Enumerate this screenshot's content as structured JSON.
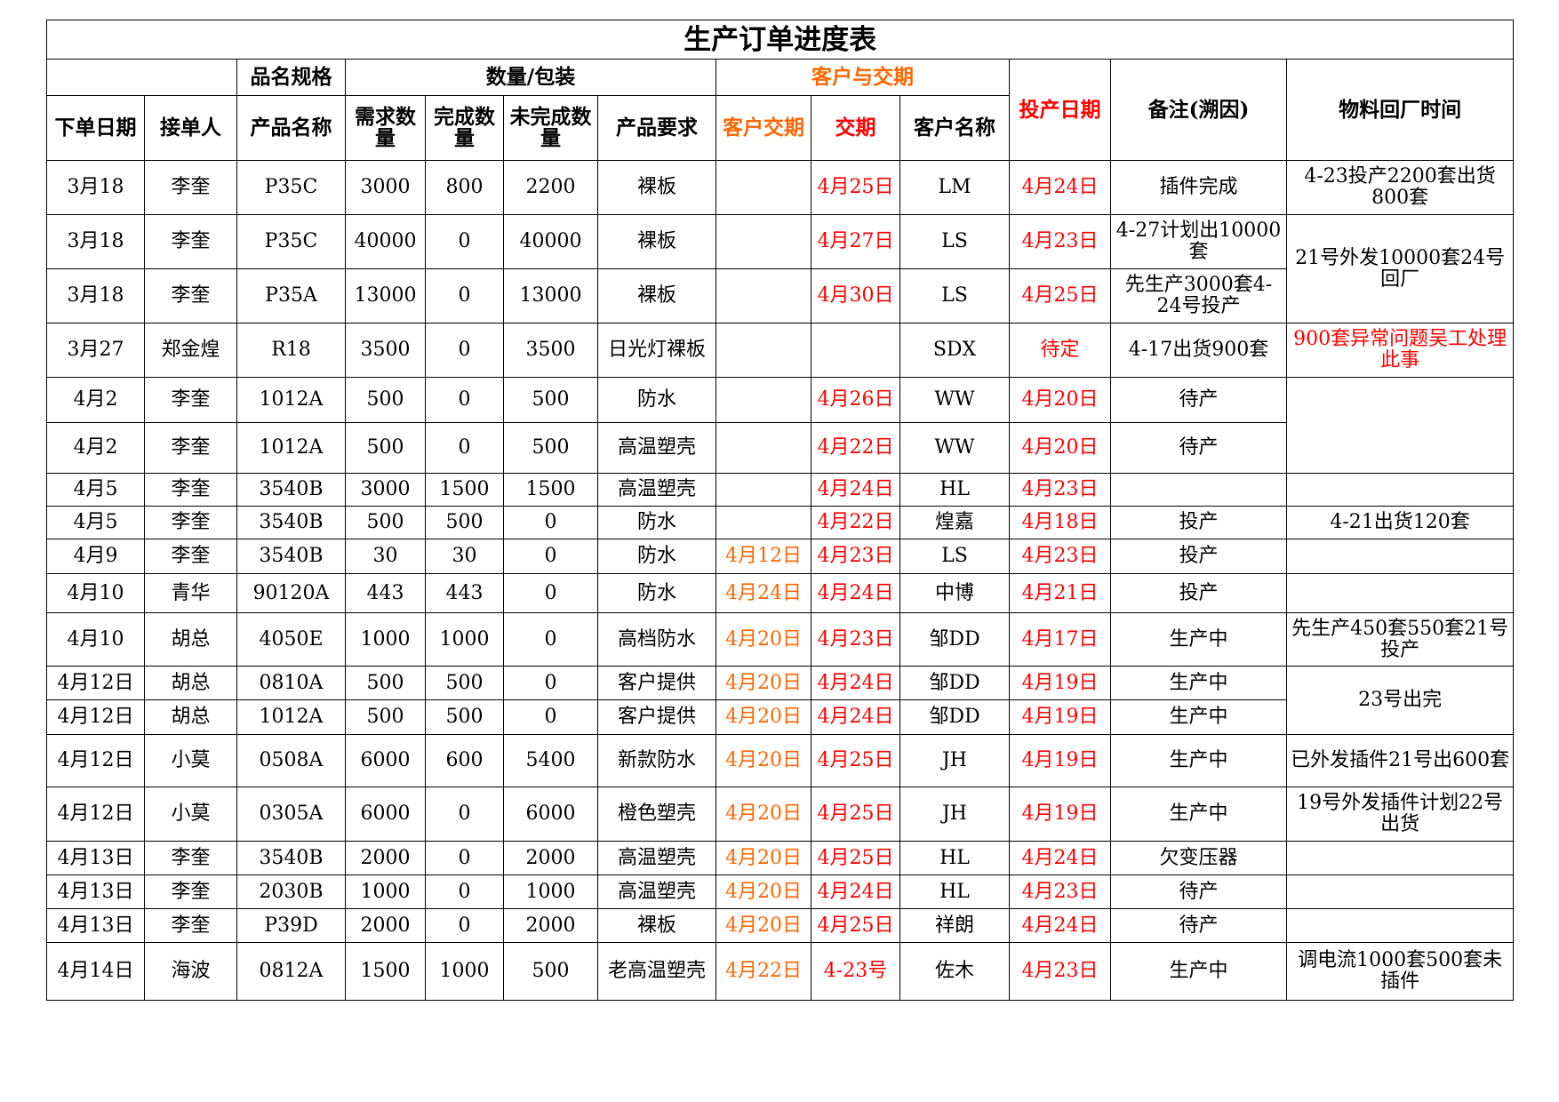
{
  "title": "生产订单进度表",
  "colors": {
    "red": "#ff0000",
    "orange": "#ff6600",
    "text": "#000000"
  },
  "groups": {
    "pinming": "品名规格",
    "quantity": "数量/包装",
    "customer_delivery": "客户与交期"
  },
  "headers": {
    "order_date": "下单日期",
    "receiver": "接单人",
    "product_name": "产品名称",
    "demand_qty": "需求数量",
    "done_qty": "完成数量",
    "undone_qty": "未完成数量",
    "product_req": "产品要求",
    "customer_due": "客户交期",
    "due": "交期",
    "customer_name": "客户名称",
    "start_date": "投产日期",
    "remark": "备注(溯因)",
    "material_time": "物料回厂时间"
  },
  "rows": [
    [
      "3月18",
      "李奎",
      "P35C",
      "3000",
      "800",
      "2200",
      "裸板",
      "",
      "4月25日",
      "LM",
      "4月24日",
      "插件完成"
    ],
    [
      "3月18",
      "李奎",
      "P35C",
      "40000",
      "0",
      "40000",
      "裸板",
      "",
      "4月27日",
      "LS",
      "4月23日",
      "4-27计划出10000套"
    ],
    [
      "3月18",
      "李奎",
      "P35A",
      "13000",
      "0",
      "13000",
      "裸板",
      "",
      "4月30日",
      "LS",
      "4月25日",
      "先生产3000套4-24号投产"
    ],
    [
      "3月27",
      "郑金煌",
      "R18",
      "3500",
      "0",
      "3500",
      "日光灯裸板",
      "",
      "",
      "SDX",
      "待定",
      "4-17出货900套"
    ],
    [
      "4月2",
      "李奎",
      "1012A",
      "500",
      "0",
      "500",
      "防水",
      "",
      "4月26日",
      "WW",
      "4月20日",
      "待产"
    ],
    [
      "4月2",
      "李奎",
      "1012A",
      "500",
      "0",
      "500",
      "高温塑壳",
      "",
      "4月22日",
      "WW",
      "4月20日",
      "待产"
    ],
    [
      "4月5",
      "李奎",
      "3540B",
      "3000",
      "1500",
      "1500",
      "高温塑壳",
      "",
      "4月24日",
      "HL",
      "4月23日",
      ""
    ],
    [
      "4月5",
      "李奎",
      "3540B",
      "500",
      "500",
      "0",
      "防水",
      "",
      "4月22日",
      "煌嘉",
      "4月18日",
      "投产"
    ],
    [
      "4月9",
      "李奎",
      "3540B",
      "30",
      "30",
      "0",
      "防水",
      "4月12日",
      "4月23日",
      "LS",
      "4月23日",
      "投产"
    ],
    [
      "4月10",
      "青华",
      "90120A",
      "443",
      "443",
      "0",
      "防水",
      "4月24日",
      "4月24日",
      "中博",
      "4月21日",
      "投产"
    ],
    [
      "4月10",
      "胡总",
      "4050E",
      "1000",
      "1000",
      "0",
      "高档防水",
      "4月20日",
      "4月23日",
      "邹DD",
      "4月17日",
      "生产中"
    ],
    [
      "4月12日",
      "胡总",
      "0810A",
      "500",
      "500",
      "0",
      "客户提供",
      "4月20日",
      "4月24日",
      "邹DD",
      "4月19日",
      "生产中"
    ],
    [
      "4月12日",
      "胡总",
      "1012A",
      "500",
      "500",
      "0",
      "客户提供",
      "4月20日",
      "4月24日",
      "邹DD",
      "4月19日",
      "生产中"
    ],
    [
      "4月12日",
      "小莫",
      "0508A",
      "6000",
      "600",
      "5400",
      "新款防水",
      "4月20日",
      "4月25日",
      "JH",
      "4月19日",
      "生产中"
    ],
    [
      "4月12日",
      "小莫",
      "0305A",
      "6000",
      "0",
      "6000",
      "橙色塑壳",
      "4月20日",
      "4月25日",
      "JH",
      "4月19日",
      "生产中"
    ],
    [
      "4月13日",
      "李奎",
      "3540B",
      "2000",
      "0",
      "2000",
      "高温塑壳",
      "4月20日",
      "4月25日",
      "HL",
      "4月24日",
      "欠变压器"
    ],
    [
      "4月13日",
      "李奎",
      "2030B",
      "1000",
      "0",
      "1000",
      "高温塑壳",
      "4月20日",
      "4月24日",
      "HL",
      "4月23日",
      "待产"
    ],
    [
      "4月13日",
      "李奎",
      "P39D",
      "2000",
      "0",
      "2000",
      "裸板",
      "4月20日",
      "4月25日",
      "祥朗",
      "4月24日",
      "待产"
    ],
    [
      "4月14日",
      "海波",
      "0812A",
      "1500",
      "1000",
      "500",
      "老高温塑壳",
      "4月22日",
      "4-23号",
      "佐木",
      "4月23日",
      "生产中"
    ]
  ],
  "material": [
    {
      "text": "4-23投产2200套出货800套",
      "span": 1,
      "color": "black"
    },
    {
      "text": "21号外发10000套24号回厂",
      "span": 2,
      "color": "black"
    },
    {
      "text": "900套异常问题吴工处理此事",
      "span": 1,
      "color": "red"
    },
    {
      "text": "",
      "span": 2,
      "color": "black"
    },
    {
      "text": "",
      "span": 1,
      "color": "black"
    },
    {
      "text": "4-21出货120套",
      "span": 1,
      "color": "black"
    },
    {
      "text": "",
      "span": 1,
      "color": "black"
    },
    {
      "text": "",
      "span": 1,
      "color": "black"
    },
    {
      "text": "先生产450套550套21号投产",
      "span": 1,
      "color": "black"
    },
    {
      "text": "23号出完",
      "span": 2,
      "color": "black"
    },
    {
      "text": "已外发插件21号出600套",
      "span": 1,
      "color": "black"
    },
    {
      "text": "19号外发插件计划22号出货",
      "span": 1,
      "color": "black"
    },
    {
      "text": "",
      "span": 1,
      "color": "black"
    },
    {
      "text": "",
      "span": 1,
      "color": "black"
    },
    {
      "text": "",
      "span": 1,
      "color": "black"
    },
    {
      "text": "调电流1000套500套未插件",
      "span": 1,
      "color": "black"
    }
  ]
}
